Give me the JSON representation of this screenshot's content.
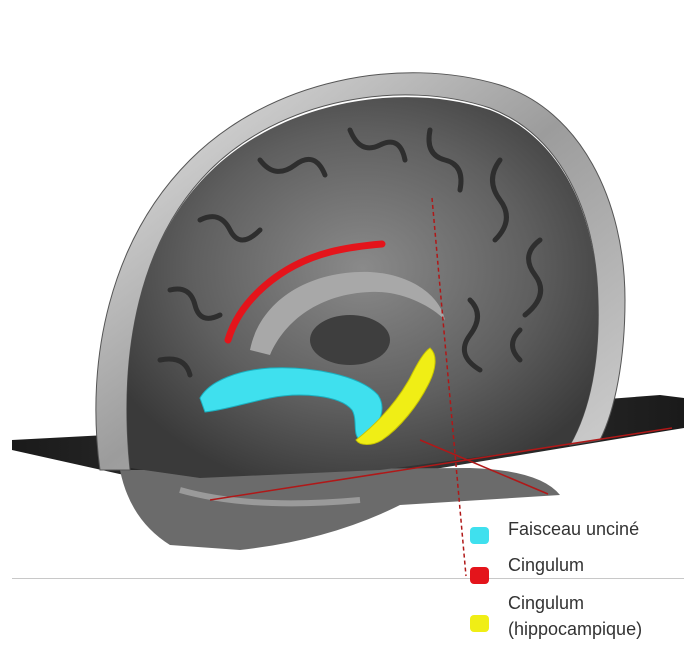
{
  "legend": {
    "items": [
      {
        "label": "Faisceau unciné",
        "color": "#3fe0ee",
        "icon": "cyan-swatch"
      },
      {
        "label": "Cingulum",
        "color": "#e4141b",
        "icon": "red-swatch"
      },
      {
        "label_line1": "Cingulum",
        "label_line2": "(hippocampique)",
        "color": "#f0ee15",
        "icon": "yellow-swatch"
      }
    ]
  },
  "colors": {
    "uncinate": "#3fe0ee",
    "cingulum": "#e4141b",
    "hippocampal": "#f0ee15",
    "axis_lines": "#b01818"
  }
}
